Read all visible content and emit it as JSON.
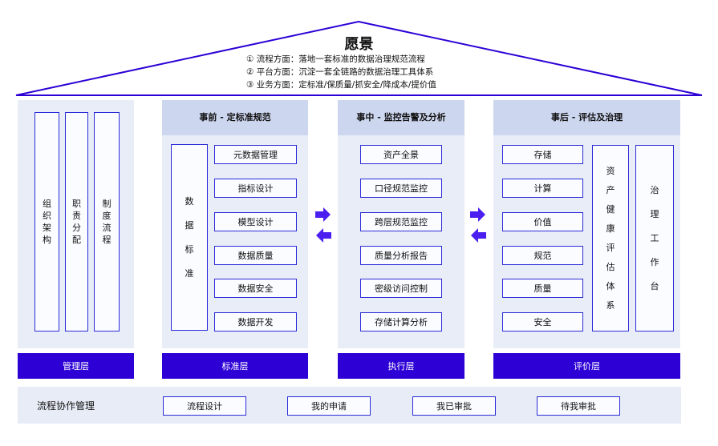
{
  "vision": {
    "title": "愿景",
    "lines": [
      "① 流程方面：落地一套标准的数据治理规范流程",
      "② 平台方面：沉淀一套全链路的数据治理工具体系",
      "③ 业务方面：定标准/保质量/抓安全/降成本/提价值"
    ]
  },
  "management": {
    "columns": [
      "组织架构",
      "职责分配",
      "制度流程"
    ],
    "layer": "管理层"
  },
  "standard": {
    "header": "事前 - 定标准规范",
    "side_label": "数据标准",
    "items": [
      "元数据管理",
      "指标设计",
      "模型设计",
      "数据质量",
      "数据安全",
      "数据开发"
    ],
    "layer": "标准层"
  },
  "execution": {
    "header": "事中 - 监控告警及分析",
    "items": [
      "资产全景",
      "口径规范监控",
      "跨层规范监控",
      "质量分析报告",
      "密级访问控制",
      "存储计算分析"
    ],
    "layer": "执行层"
  },
  "evaluation": {
    "header": "事后 - 评估及治理",
    "items": [
      "存储",
      "计算",
      "价值",
      "规范",
      "质量",
      "安全"
    ],
    "side_label_1": "资产健康评估体系",
    "side_label_2": "治理工作台",
    "layer": "评价层"
  },
  "flow": {
    "label": "流程协作管理",
    "buttons": [
      "流程设计",
      "我的申请",
      "我已审批",
      "待我审批"
    ]
  },
  "colors": {
    "accent": "#2d00d6",
    "border": "#2b2bd9",
    "panel": "#e9edf7",
    "header": "#cdd6ef"
  },
  "icons": {
    "arrow_right": "arrow-right-icon",
    "arrow_left": "arrow-left-icon"
  }
}
